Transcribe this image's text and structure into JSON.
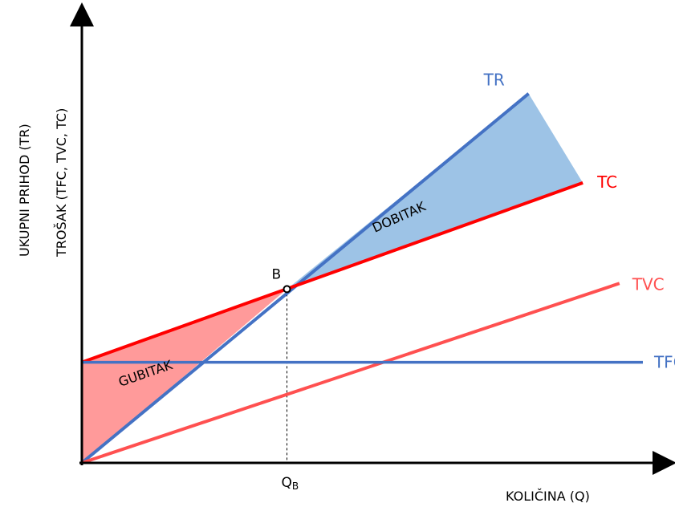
{
  "chart_data": {
    "type": "line",
    "title": "",
    "xlabel": "KOLIČINA (Q)",
    "ylabel_line1": "UKUPNI PRIHOD (TR)",
    "ylabel_line2": "TROŠAK (TFC, TVC, TC)",
    "series": [
      {
        "name": "TR",
        "color": "#4472c4",
        "points": [
          [
            0,
            0
          ],
          [
            15.25,
            16.15
          ]
        ]
      },
      {
        "name": "TC",
        "color": "#ff0000",
        "points": [
          [
            0,
            4.4
          ],
          [
            17.1,
            12.25
          ]
        ]
      },
      {
        "name": "TVC",
        "color": "#ff5050",
        "points": [
          [
            0,
            0
          ],
          [
            18.35,
            7.85
          ]
        ]
      },
      {
        "name": "TFC",
        "color": "#4472c4",
        "points": [
          [
            0,
            4.4
          ],
          [
            19.15,
            4.4
          ]
        ]
      }
    ],
    "areas": [
      {
        "name": "GUBITAK",
        "color": "#ff9a9a"
      },
      {
        "name": "DOBITAK",
        "color": "#9dc3e6"
      }
    ],
    "break_even": {
      "label": "B",
      "x": 7.0,
      "y": 7.6,
      "x_tick": "Q",
      "x_tick_sub": "B"
    },
    "xlim": [
      0,
      20
    ],
    "ylim": [
      0,
      18
    ],
    "grid": false
  }
}
